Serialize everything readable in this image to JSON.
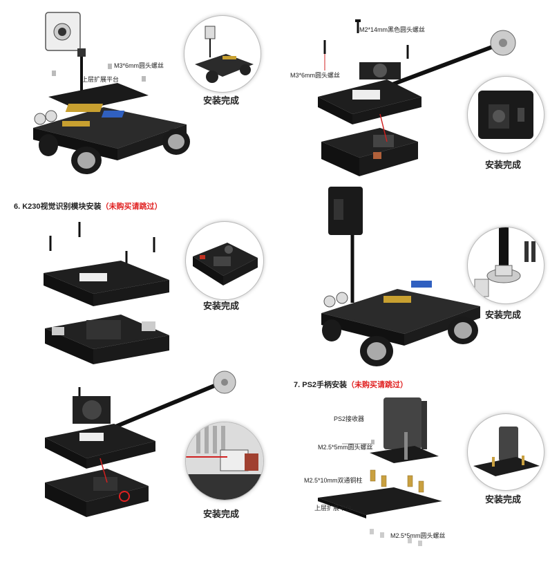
{
  "labels": {
    "m3_6mm_top": "M3*6mm圆头螺丝",
    "upper_platform_top": "上层扩展平台",
    "m2_14mm": "M2*14mm黑色圆头螺丝",
    "m3_6mm_right": "M3*6mm圆头螺丝",
    "ps2_receiver": "PS2接收器",
    "m25_5mm_a": "M2.5*5mm圆头螺丝",
    "m25_10mm": "M2.5*10mm双通铜柱",
    "upper_platform_bottom": "上层扩展平台",
    "m25_5mm_b": "M2.5*5mm圆头螺丝"
  },
  "done_label": "安装完成",
  "sections": {
    "s6_title": "6. K230视觉识别模块安装",
    "s6_note": "（未购买请跳过）",
    "s7_title": "7. PS2手柄安装",
    "s7_note": "（未购买请跳过）"
  }
}
